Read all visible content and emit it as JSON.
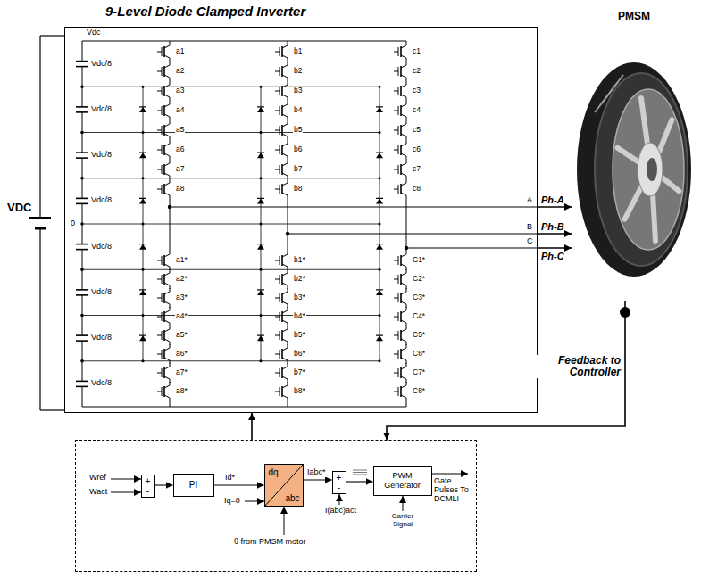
{
  "diagram": {
    "nodes": [
      {
        "text": [
          "9-Level Diode Clamped Inverter"
        ]
      },
      {
        "text": [
          "PMSM"
        ]
      },
      {
        "text": []
      },
      {
        "text": [
          "+",
          "-"
        ],
        "in": 2
      },
      {
        "text": [
          "PI"
        ],
        "in": 2
      },
      {
        "text": [
          "dq",
          "abc"
        ],
        "in": 2
      },
      {
        "text": [
          "+",
          "-"
        ],
        "in": 2
      },
      {
        "text": [
          "PWM Generator"
        ],
        "in": 2
      }
    ],
    "edges": [
      {
        "from": 2,
        "to": 0,
        "arrow": "to"
      },
      {
        "from": 1,
        "to": 2,
        "label": "Feedback to Controller",
        "arrow": "to"
      },
      {
        "from": 0,
        "to": 1,
        "label": "Ph-A",
        "arrow": "to"
      },
      {
        "from": 0,
        "to": 1,
        "label": "Ph-B",
        "arrow": "to"
      },
      {
        "from": 0,
        "to": 1,
        "label": "Ph-C",
        "arrow": "to"
      },
      {
        "from": 3,
        "to": 4,
        "arrow": "to"
      },
      {
        "from": 4,
        "to": 5,
        "label": "Id*",
        "arrow": "to"
      },
      {
        "from": 5,
        "to": 6,
        "label": "Iabc*",
        "arrow": "to"
      },
      {
        "from": 6,
        "to": 7,
        "arrow": "to"
      }
    ],
    "labels": [
      "VDC",
      "Vdc",
      "Vdc/8",
      "Vdc/8",
      "Vdc/8",
      "Vdc/8",
      "Vdc/8",
      "Vdc/8",
      "Vdc/8",
      "Vdc/8",
      "0",
      "a1",
      "a2",
      "a3",
      "a4",
      "a5",
      "a6",
      "a7",
      "a8",
      "b1",
      "b2",
      "b3",
      "b4",
      "b5",
      "b6",
      "b7",
      "b8",
      "c1",
      "c2",
      "c3",
      "c4",
      "c5",
      "c6",
      "c7",
      "c8",
      "a1*",
      "a2*",
      "a3*",
      "a4*",
      "a5*",
      "a6*",
      "a7*",
      "a8*",
      "b1*",
      "b2*",
      "b3*",
      "b4*",
      "b5*",
      "b6*",
      "b7*",
      "b8*",
      "C1*",
      "C2*",
      "C3*",
      "C4*",
      "C5*",
      "C6*",
      "C7*",
      "C8*",
      "A",
      "B",
      "C",
      "Wref",
      "Wact",
      "Iq=0",
      "θ from PMSM motor",
      "I(abc)act",
      "Carrier Signal",
      "Gate Pulses To DCMLI"
    ]
  }
}
